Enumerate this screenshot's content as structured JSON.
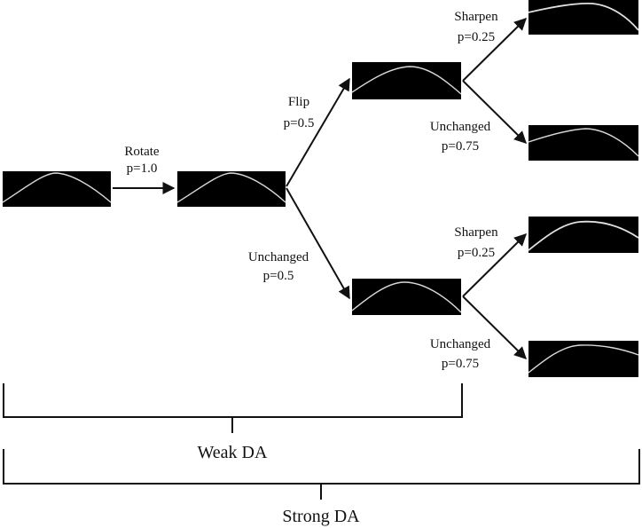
{
  "colors": {
    "ink": "#111111",
    "scan_bg": "#000000",
    "scan_line": "#d8d8d8"
  },
  "icons": {
    "scan": "oct-scan-thumbnail",
    "arrow": "arrow-right-icon"
  },
  "steps": {
    "rotate": {
      "name": "Rotate",
      "prob": "p=1.0"
    },
    "flip": {
      "name": "Flip",
      "prob": "p=0.5"
    },
    "unchanged_flip": {
      "name": "Unchanged",
      "prob": "p=0.5"
    },
    "sharpen_top": {
      "name": "Sharpen",
      "prob": "p=0.25"
    },
    "unchanged_top": {
      "name": "Unchanged",
      "prob": "p=0.75"
    },
    "sharpen_bottom": {
      "name": "Sharpen",
      "prob": "p=0.25"
    },
    "unchanged_bottom": {
      "name": "Unchanged",
      "prob": "p=0.75"
    }
  },
  "brackets": {
    "weak": "Weak DA",
    "strong": "Strong DA"
  }
}
